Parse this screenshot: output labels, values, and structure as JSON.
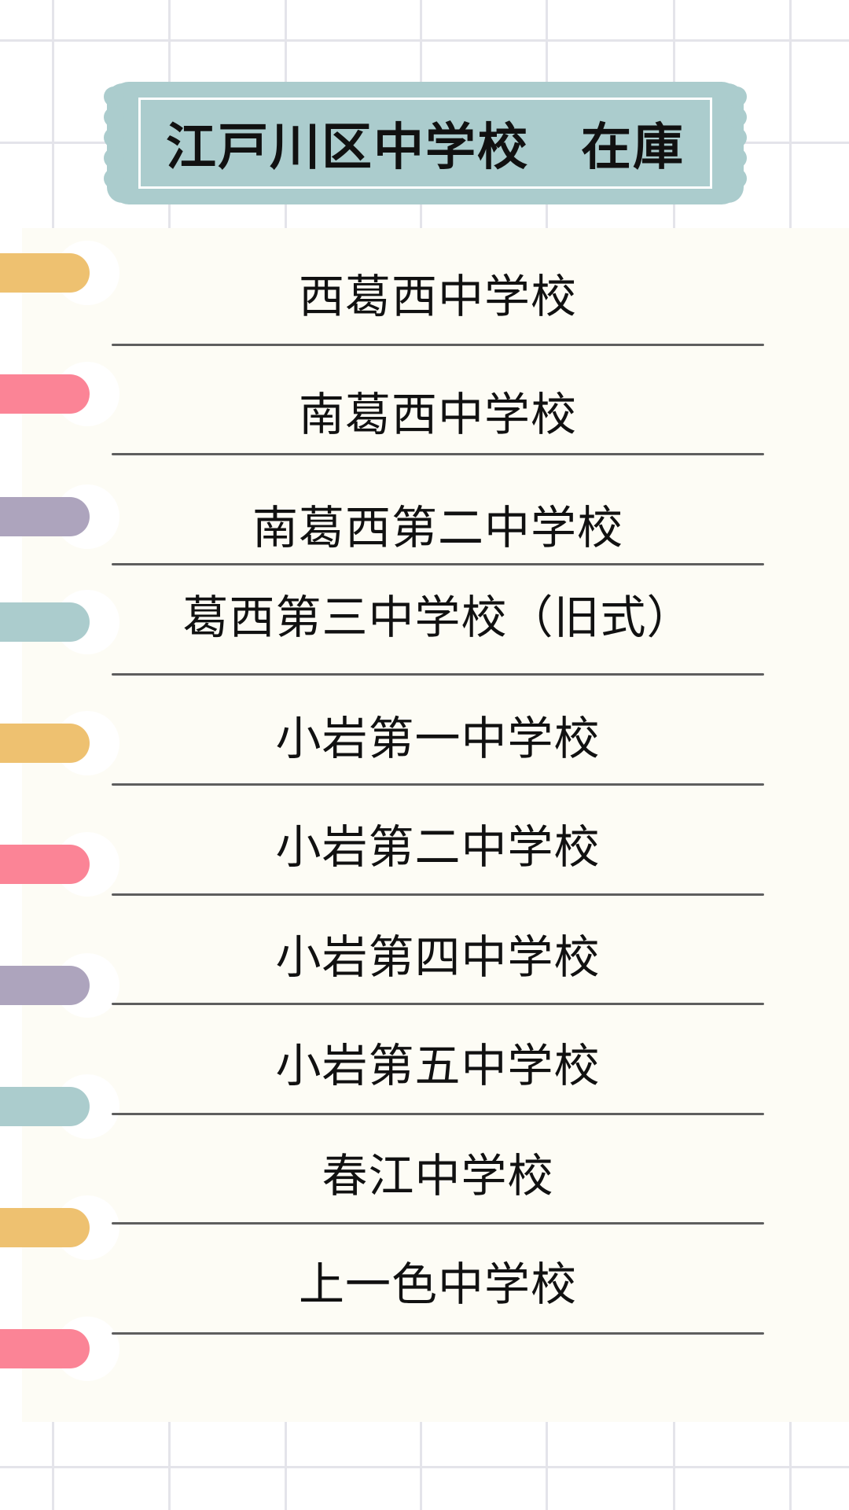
{
  "title": "江戸川区中学校　在庫",
  "schools": [
    {
      "name": "西葛西中学校"
    },
    {
      "name": "南葛西中学校"
    },
    {
      "name": "南葛西第二中学校"
    },
    {
      "name": "葛西第三中学校（旧式）"
    },
    {
      "name": "小岩第一中学校"
    },
    {
      "name": "小岩第二中学校"
    },
    {
      "name": "小岩第四中学校"
    },
    {
      "name": "小岩第五中学校"
    },
    {
      "name": "春江中学校"
    },
    {
      "name": "上一色中学校"
    }
  ],
  "colors": {
    "tab_yellow": "#eec170",
    "tab_pink": "#fb8496",
    "tab_purple": "#ada4bd",
    "tab_teal": "#abcccd",
    "banner": "#abcccd",
    "paper": "#fdfcf5",
    "grid": "#e4e4ea"
  },
  "tab_sequence": [
    "tab_yellow",
    "tab_pink",
    "tab_purple",
    "tab_teal",
    "tab_yellow",
    "tab_pink",
    "tab_purple",
    "tab_teal",
    "tab_yellow",
    "tab_pink"
  ]
}
